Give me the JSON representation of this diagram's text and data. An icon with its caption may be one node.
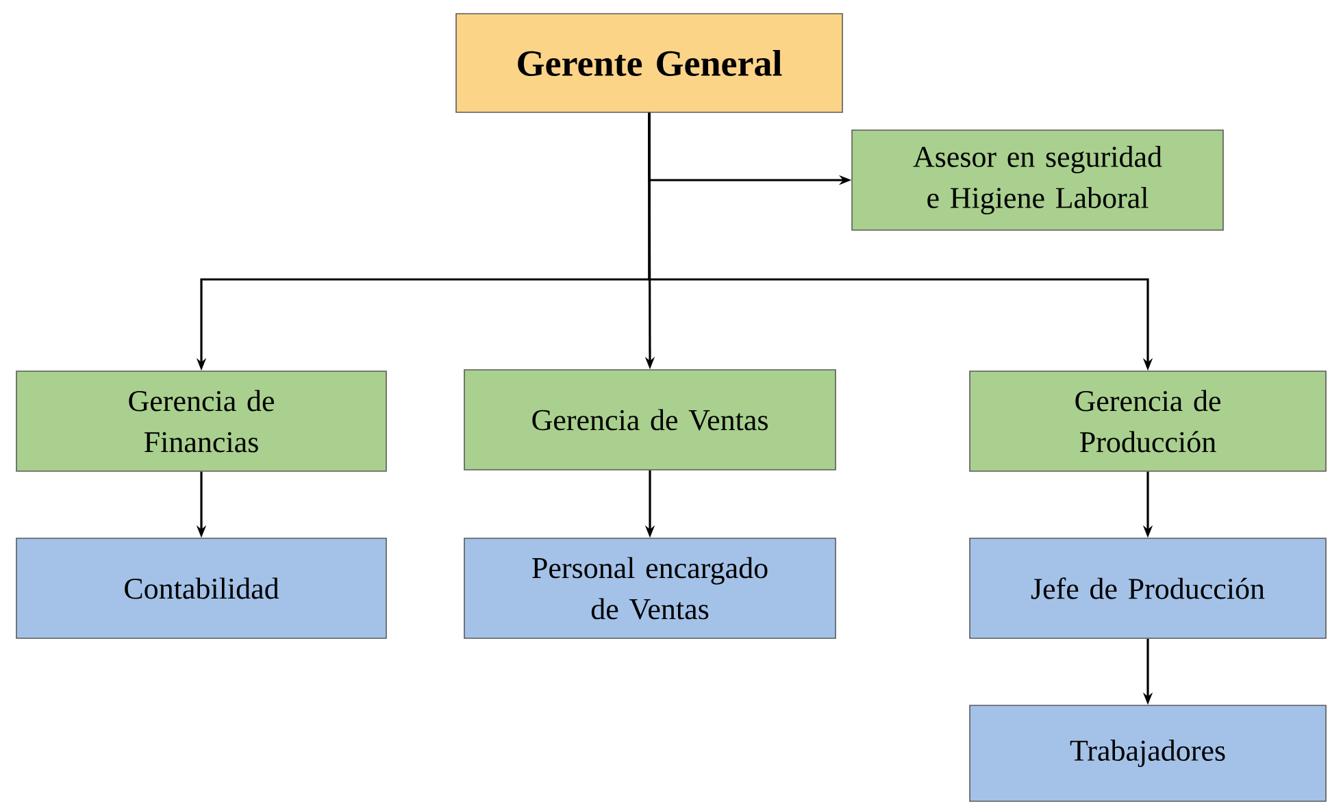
{
  "diagram": {
    "nodes": [
      {
        "text": [
          "Gerente General"
        ]
      },
      {
        "text": [
          "Asesor en seguridad e Higiene Laboral"
        ]
      },
      {
        "text": [
          "Gerencia de Financias"
        ]
      },
      {
        "text": [
          "Gerencia de Ventas"
        ]
      },
      {
        "text": [
          "Gerencia de Producción"
        ]
      },
      {
        "text": [
          "Contabilidad"
        ]
      },
      {
        "text": [
          "Personal encargado de Ventas"
        ]
      },
      {
        "text": [
          "Jefe de Producción"
        ]
      },
      {
        "text": [
          "Trabajadores"
        ]
      }
    ],
    "edges": [
      {
        "from": 0,
        "to": 1,
        "arrow": "to"
      },
      {
        "from": 0,
        "to": 2,
        "arrow": "to"
      },
      {
        "from": 0,
        "to": 3,
        "arrow": "to"
      },
      {
        "from": 0,
        "to": 4,
        "arrow": "to"
      },
      {
        "from": 2,
        "to": 5,
        "arrow": "to"
      },
      {
        "from": 3,
        "to": 6,
        "arrow": "to"
      },
      {
        "from": 4,
        "to": 7,
        "arrow": "to"
      },
      {
        "from": 7,
        "to": 8,
        "arrow": "to"
      }
    ]
  }
}
